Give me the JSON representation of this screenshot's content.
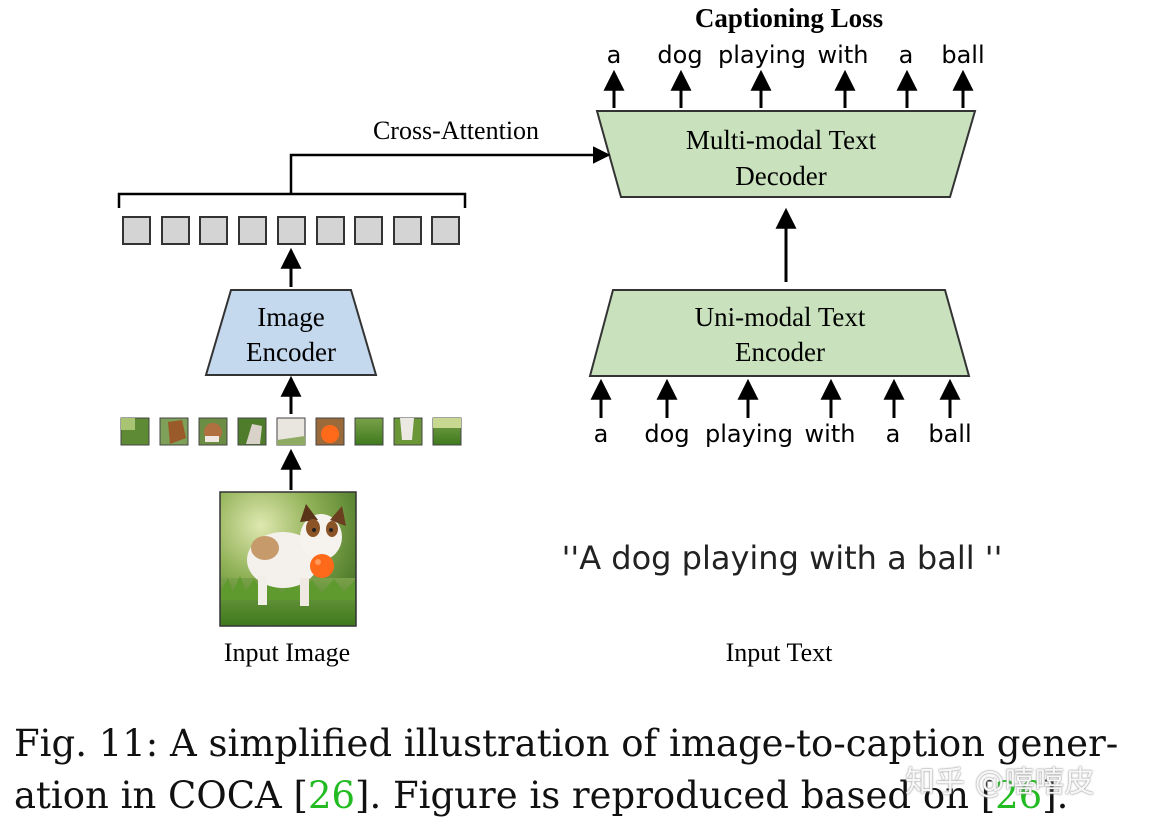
{
  "title": "Captioning Loss",
  "cross_attention_label": "Cross-Attention",
  "decoder": {
    "line1": "Multi-modal Text",
    "line2": "Decoder"
  },
  "text_encoder": {
    "line1": "Uni-modal Text",
    "line2": "Encoder"
  },
  "image_encoder": {
    "line1": "Image",
    "line2": "Encoder"
  },
  "output_tokens": [
    "a",
    "dog",
    "playing",
    "with",
    "a",
    "ball"
  ],
  "input_tokens": [
    "a",
    "dog",
    "playing",
    "with",
    "a",
    "ball"
  ],
  "quoted_caption": "''A dog playing with a ball ''",
  "input_image_label": "Input Image",
  "input_text_label": "Input Text",
  "image_token_count": 9,
  "image_patch_count": 9,
  "colors": {
    "encoder_fill": "#c5d9ee",
    "text_module_fill": "#c9e2bd",
    "token_fill": "#d4d4d4",
    "ref_link": "#22bb22"
  },
  "figure_caption": {
    "part1": "Fig. 11: A simplified illustration of image-to-caption gener-ation in COCA [",
    "ref1": "26",
    "part2": "]. Figure is reproduced based on [",
    "ref2": "26",
    "part3": "]."
  },
  "watermark": "知乎 @嘻嘻皮"
}
